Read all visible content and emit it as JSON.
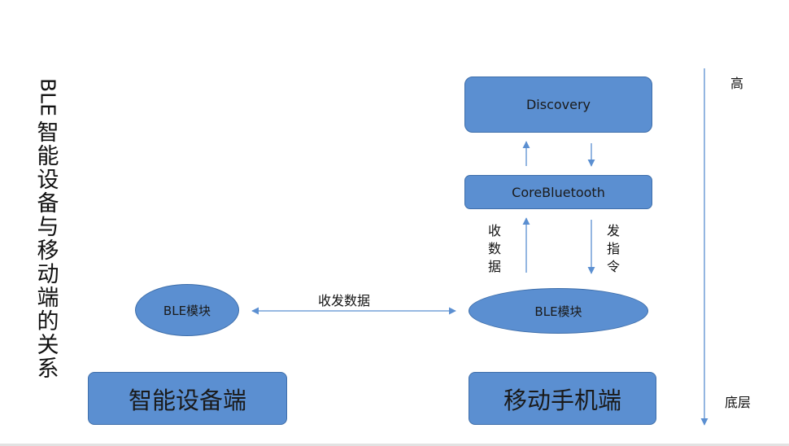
{
  "title": {
    "latin": "BLE",
    "cjk": [
      "智",
      "能",
      "设",
      "备",
      "与",
      "移",
      "动",
      "端",
      "的",
      "关",
      "系"
    ]
  },
  "nodes": {
    "discovery": "Discovery",
    "core_bluetooth": "CoreBluetooth",
    "ble_module_device": "BLE模块",
    "ble_module_mobile": "BLE模块",
    "smart_device": "智能设备端",
    "mobile_phone": "移动手机端"
  },
  "edge_labels": {
    "receive_data": "收数据",
    "send_command": "发指令",
    "send_receive_data": "收发数据"
  },
  "axis": {
    "high": "高",
    "low": "底层"
  },
  "colors": {
    "node_fill": "#5b8fd1",
    "node_border": "#3e6eaa",
    "arrow": "#5b8fd1"
  }
}
